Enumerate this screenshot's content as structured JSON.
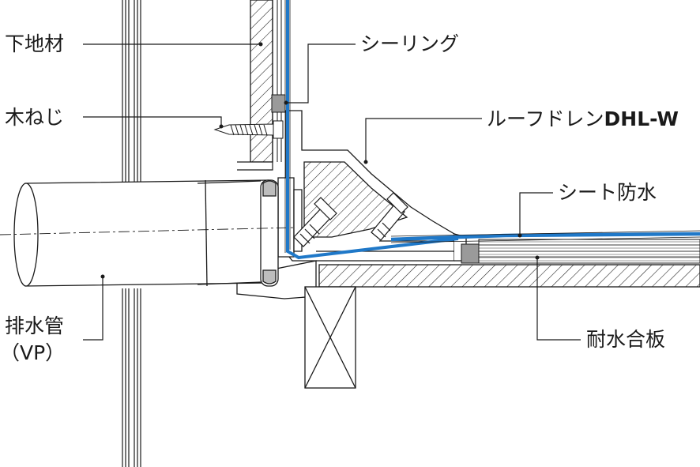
{
  "labels": {
    "substrate": "下地材",
    "wood_screw": "木ねじ",
    "drain_pipe_line1": "排水管",
    "drain_pipe_line2": "（VP）",
    "sealing": "シーリング",
    "roof_drain_prefix": "ルーフドレン",
    "roof_drain_model": "DHL-W",
    "sheet_waterproofing": "シート防水",
    "waterproof_plywood": "耐水合板"
  },
  "colors": {
    "line": "#1a1a1a",
    "waterproof_sheet": "#1f78c8",
    "sealant": "#9a9a9a",
    "drain_body": "#ffffff"
  }
}
